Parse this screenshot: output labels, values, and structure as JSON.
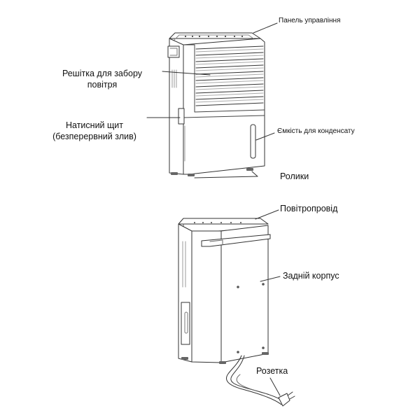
{
  "labels": {
    "control_panel": "Панель управління",
    "air_intake_grille_line1": "Решітка для забору",
    "air_intake_grille_line2": "повітря",
    "drain_shield_line1": "Натисний щит",
    "drain_shield_line2": "(безперервний злив)",
    "condensate_tank": "Ємкість для конденсату",
    "casters": "Ролики",
    "air_duct": "Повітропровід",
    "rear_housing": "Задній корпус",
    "power_plug": "Розетка"
  }
}
